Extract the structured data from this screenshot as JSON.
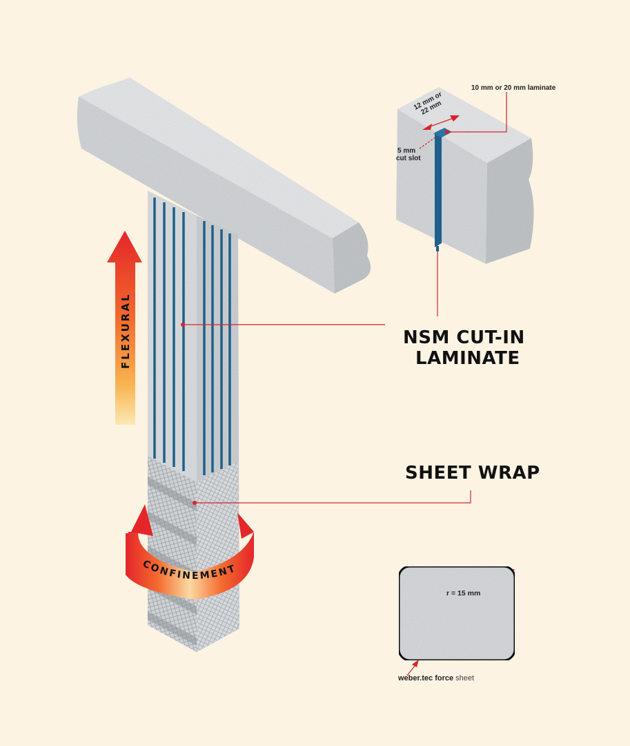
{
  "labels": {
    "nsm_line1": "NSM CUT-IN",
    "nsm_line2": "LAMINATE",
    "sheet_wrap": "SHEET WRAP",
    "flexural": "FLEXURAL",
    "confinement": "CONFINEMENT",
    "laminate_size": "10 mm or 20 mm laminate",
    "slot_depth_line1": "12 mm or",
    "slot_depth_line2": "22 mm",
    "cut_slot_line1": "5 mm",
    "cut_slot_line2": "cut slot",
    "radius": "r = 15 mm",
    "product_brand": "weber.tec force",
    "product_type": "sheet"
  },
  "colors": {
    "background": "#fdf3e3",
    "concrete": "#d9dcde",
    "concrete_dark": "#bfc3c6",
    "laminate": "#1f5f8b",
    "leader_line": "#d8232a",
    "arrow_red": "#e4262a",
    "arrow_orange": "#f6a43a",
    "arrow_yellow": "#fbe7a8"
  }
}
